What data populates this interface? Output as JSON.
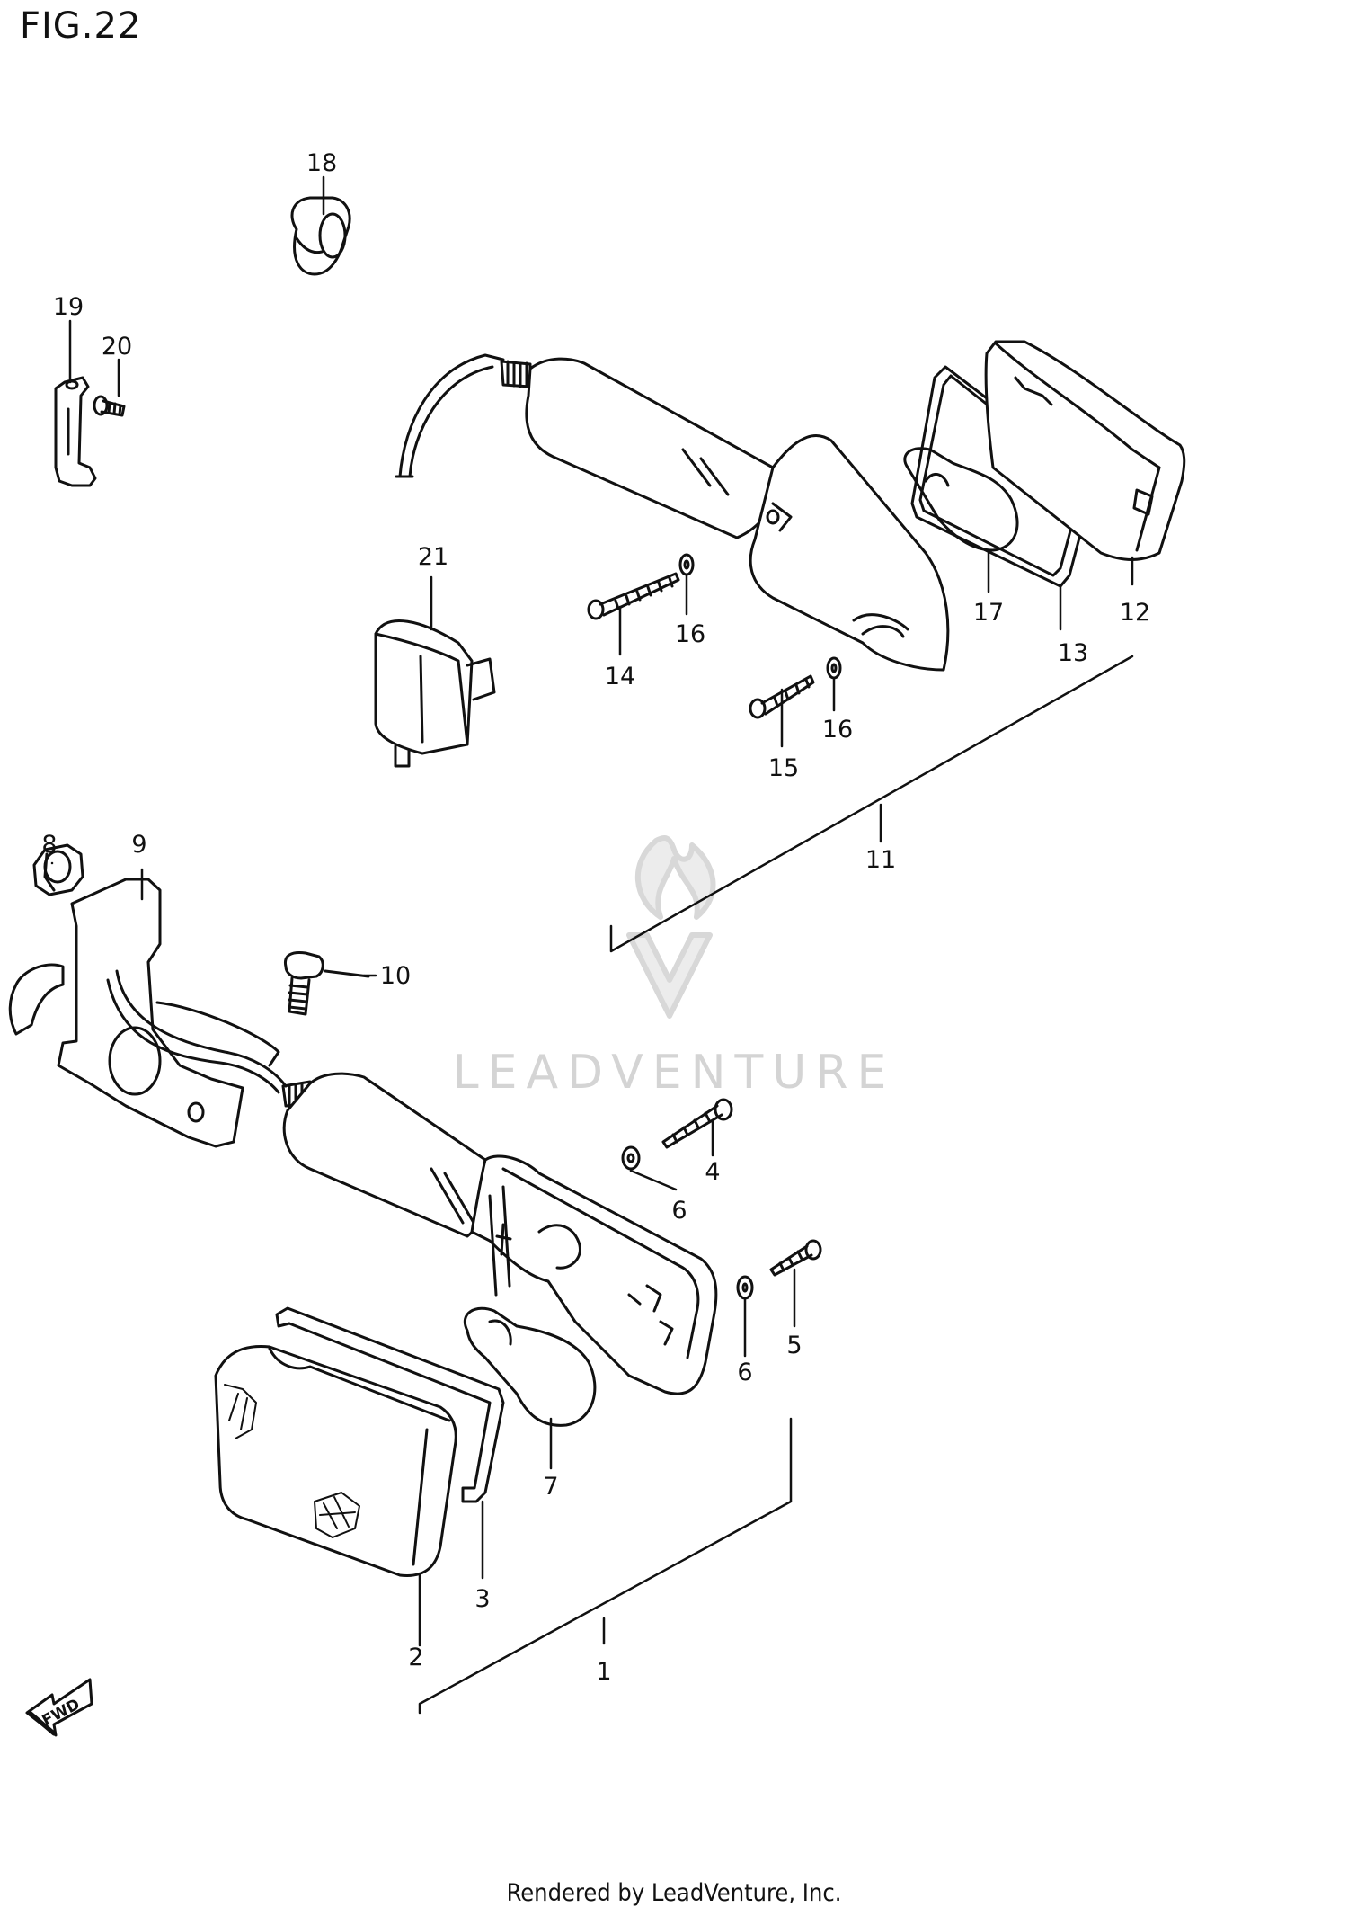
{
  "figure": {
    "title": "FIG.22"
  },
  "callouts": [
    "1",
    "2",
    "3",
    "4",
    "5",
    "6",
    "6",
    "7",
    "8",
    "9",
    "10",
    "11",
    "12",
    "13",
    "14",
    "15",
    "16",
    "16",
    "17",
    "18",
    "19",
    "20",
    "21"
  ],
  "direction_badge": "FWD",
  "watermark": "LEADVENTURE",
  "footer": "Rendered by LeadVenture, Inc."
}
